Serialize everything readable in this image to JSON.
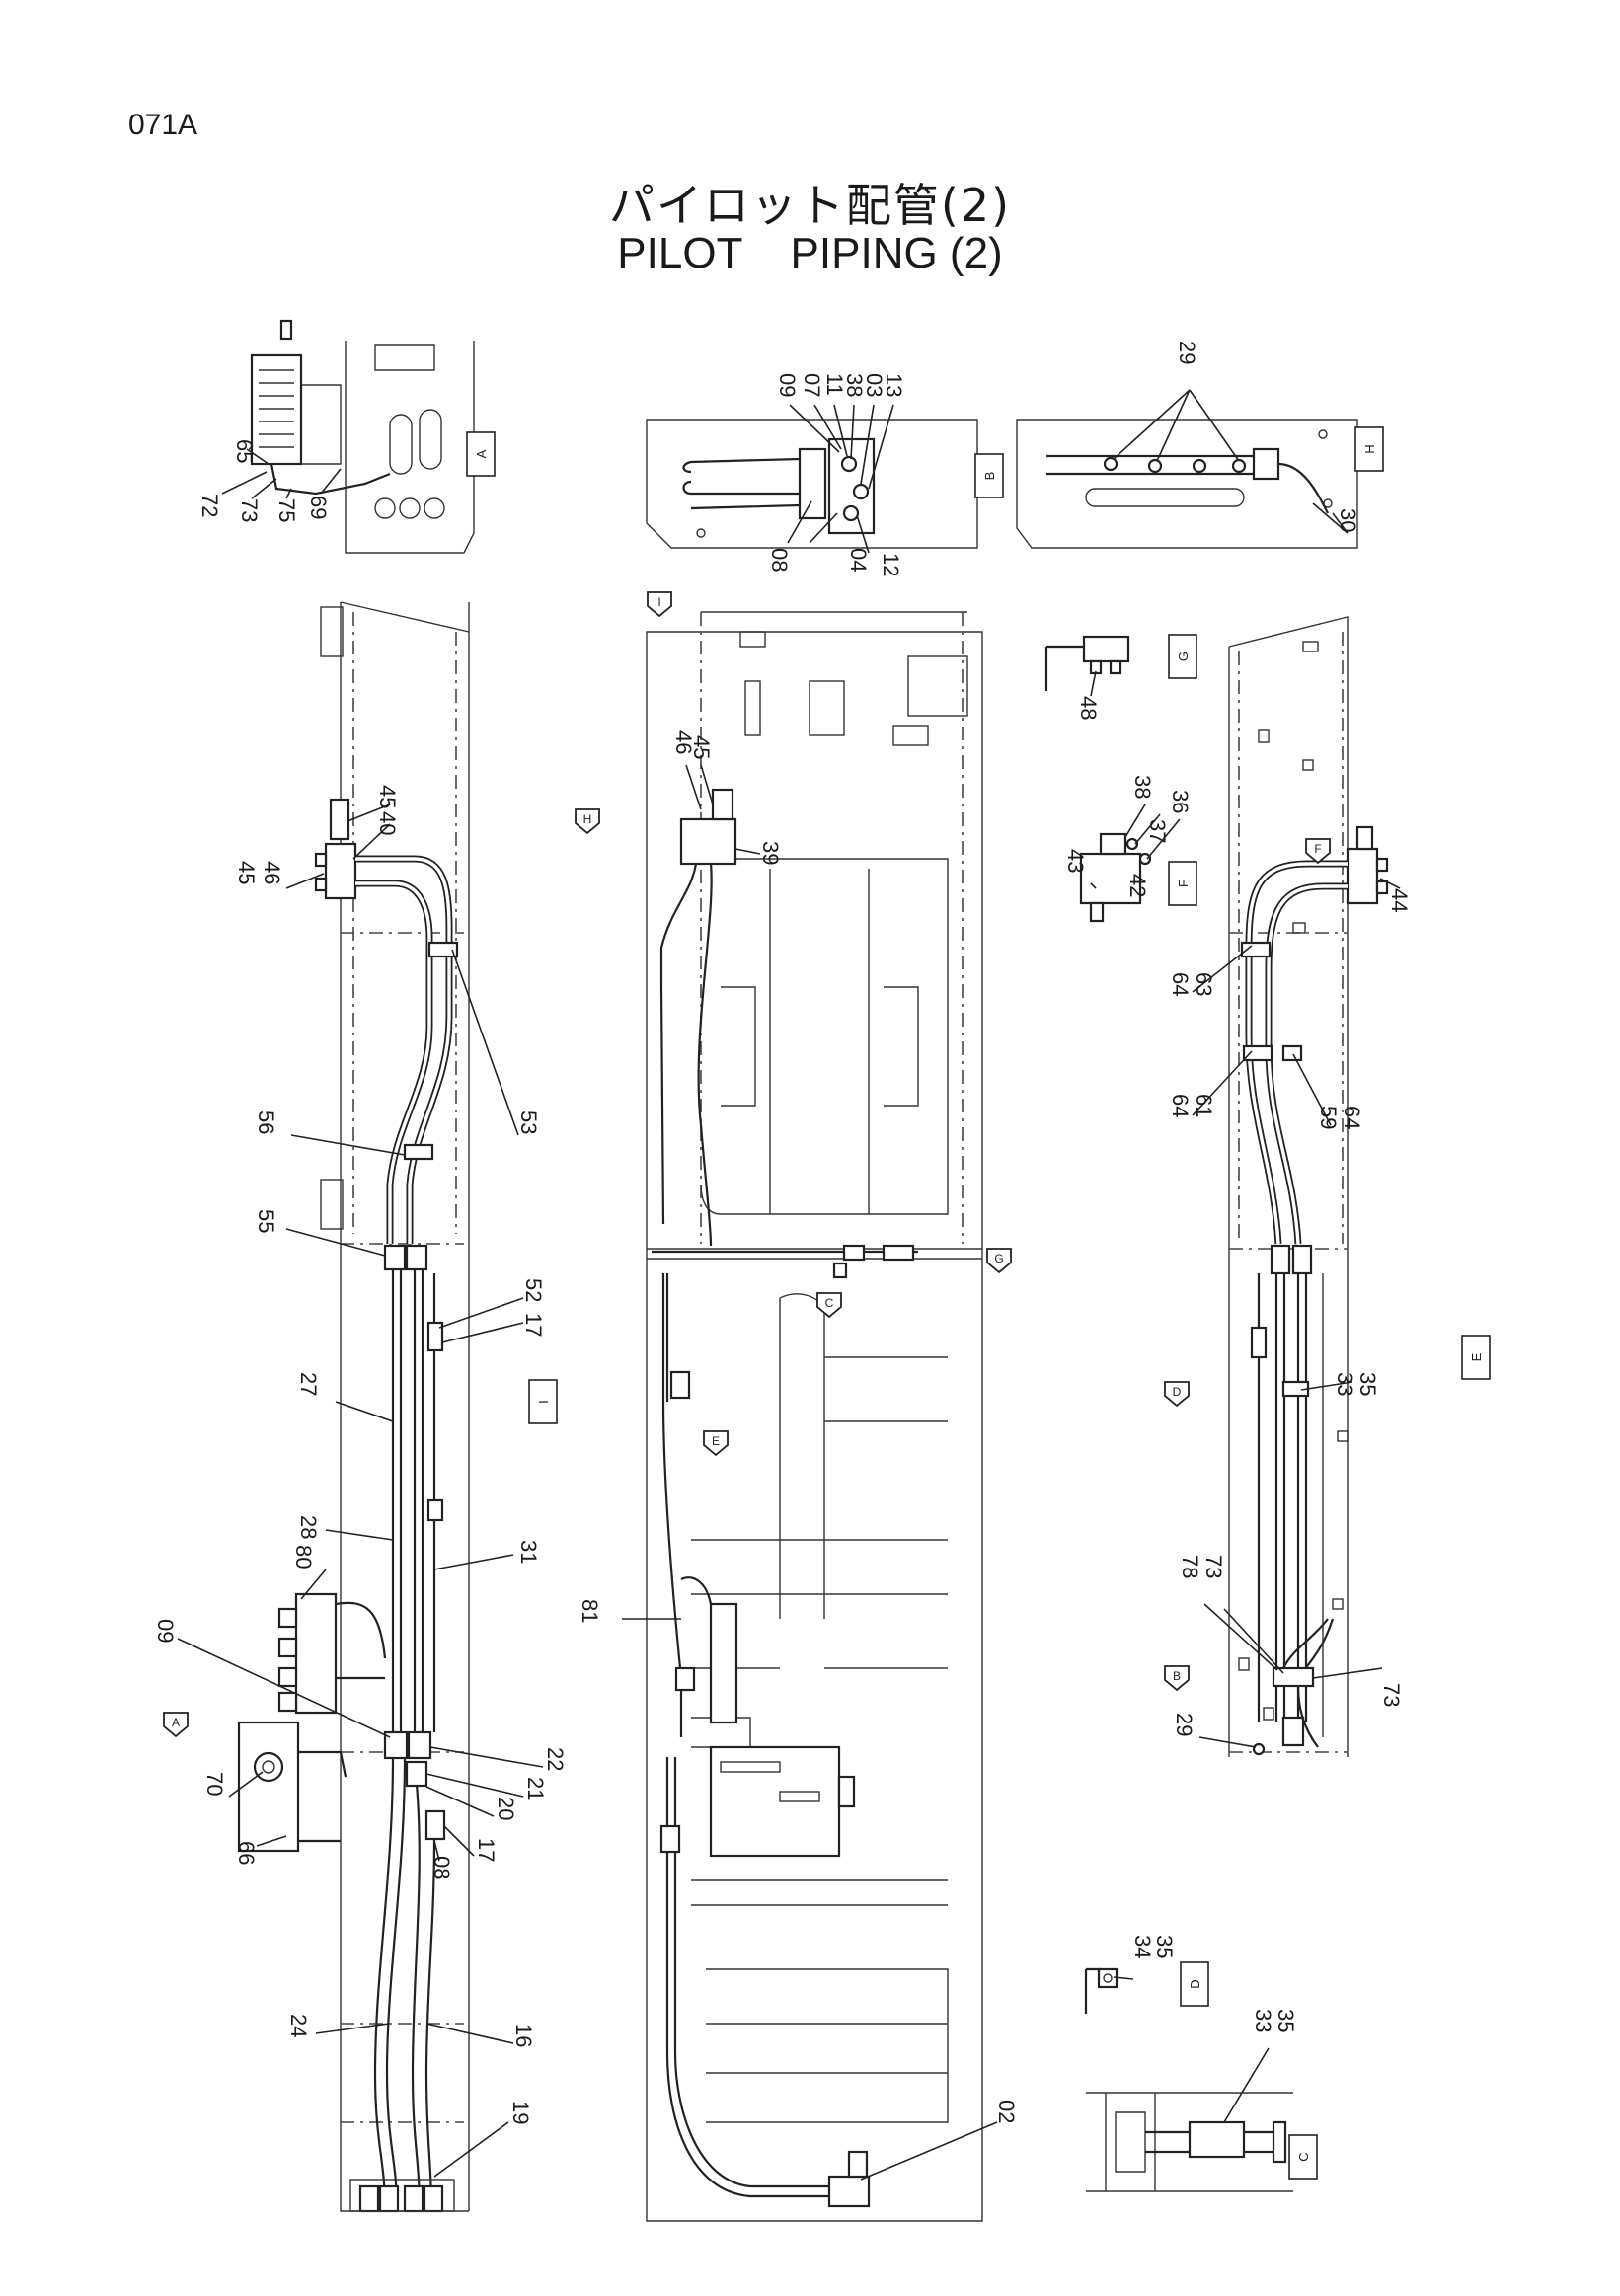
{
  "header": {
    "page_code": "071A",
    "title_jp": "パイロット配管(2)",
    "title_en": "PILOT    PIPING (2)"
  },
  "view_tags": [
    {
      "id": "A",
      "label": "A"
    },
    {
      "id": "B",
      "label": "B"
    },
    {
      "id": "H",
      "label": "H"
    },
    {
      "id": "G",
      "label": "G"
    },
    {
      "id": "F",
      "label": "F"
    },
    {
      "id": "I",
      "label": "I"
    },
    {
      "id": "E",
      "label": "E"
    },
    {
      "id": "D",
      "label": "D"
    },
    {
      "id": "C",
      "label": "C"
    }
  ],
  "view_arrows": [
    "I",
    "H",
    "G",
    "F",
    "E",
    "D",
    "C",
    "B",
    "A"
  ],
  "callouts": [
    {
      "id": "c65",
      "text": "65"
    },
    {
      "id": "c72",
      "text": "72"
    },
    {
      "id": "c73a",
      "text": "73"
    },
    {
      "id": "c75",
      "text": "75"
    },
    {
      "id": "c69",
      "text": "69"
    },
    {
      "id": "c09a",
      "text": "09"
    },
    {
      "id": "c07",
      "text": "07"
    },
    {
      "id": "c11",
      "text": "11"
    },
    {
      "id": "c38a",
      "text": "38"
    },
    {
      "id": "c03",
      "text": "03"
    },
    {
      "id": "c13",
      "text": "13"
    },
    {
      "id": "c08a",
      "text": "08"
    },
    {
      "id": "c04",
      "text": "04"
    },
    {
      "id": "c12",
      "text": "12"
    },
    {
      "id": "c29a",
      "text": "29"
    },
    {
      "id": "c30",
      "text": "30"
    },
    {
      "id": "c48",
      "text": "48"
    },
    {
      "id": "c38b",
      "text": "38"
    },
    {
      "id": "c36",
      "text": "36"
    },
    {
      "id": "c37",
      "text": "37"
    },
    {
      "id": "c43",
      "text": "43"
    },
    {
      "id": "c42",
      "text": "42"
    },
    {
      "id": "c44",
      "text": "44"
    },
    {
      "id": "c46a",
      "text": "46"
    },
    {
      "id": "c45a",
      "text": "45"
    },
    {
      "id": "c39",
      "text": "39"
    },
    {
      "id": "c45b",
      "text": "45"
    },
    {
      "id": "c40",
      "text": "40"
    },
    {
      "id": "c45c",
      "text": "45"
    },
    {
      "id": "c46b",
      "text": "46"
    },
    {
      "id": "c56",
      "text": "56"
    },
    {
      "id": "c53",
      "text": "53"
    },
    {
      "id": "c55",
      "text": "55"
    },
    {
      "id": "c52",
      "text": "52"
    },
    {
      "id": "c17a",
      "text": "17"
    },
    {
      "id": "c27",
      "text": "27"
    },
    {
      "id": "c28",
      "text": "28"
    },
    {
      "id": "c31",
      "text": "31"
    },
    {
      "id": "c80",
      "text": "80"
    },
    {
      "id": "c09b",
      "text": "09"
    },
    {
      "id": "c22",
      "text": "22"
    },
    {
      "id": "c21",
      "text": "21"
    },
    {
      "id": "c20",
      "text": "20"
    },
    {
      "id": "c17b",
      "text": "17"
    },
    {
      "id": "c08b",
      "text": "08"
    },
    {
      "id": "c70",
      "text": "70"
    },
    {
      "id": "c66",
      "text": "66"
    },
    {
      "id": "c24",
      "text": "24"
    },
    {
      "id": "c16",
      "text": "16"
    },
    {
      "id": "c19",
      "text": "19"
    },
    {
      "id": "c81",
      "text": "81"
    },
    {
      "id": "c02",
      "text": "02"
    },
    {
      "id": "c64a",
      "text": "64"
    },
    {
      "id": "c63",
      "text": "63"
    },
    {
      "id": "c64b",
      "text": "64"
    },
    {
      "id": "c61",
      "text": "61"
    },
    {
      "id": "c59",
      "text": "59"
    },
    {
      "id": "c64c",
      "text": "64"
    },
    {
      "id": "c33a",
      "text": "33"
    },
    {
      "id": "c35a",
      "text": "35"
    },
    {
      "id": "c78",
      "text": "78"
    },
    {
      "id": "c73b",
      "text": "73"
    },
    {
      "id": "c73c",
      "text": "73"
    },
    {
      "id": "c29b",
      "text": "29"
    },
    {
      "id": "c34",
      "text": "34"
    },
    {
      "id": "c35b",
      "text": "35"
    },
    {
      "id": "c33b",
      "text": "33"
    },
    {
      "id": "c35c",
      "text": "35"
    }
  ]
}
